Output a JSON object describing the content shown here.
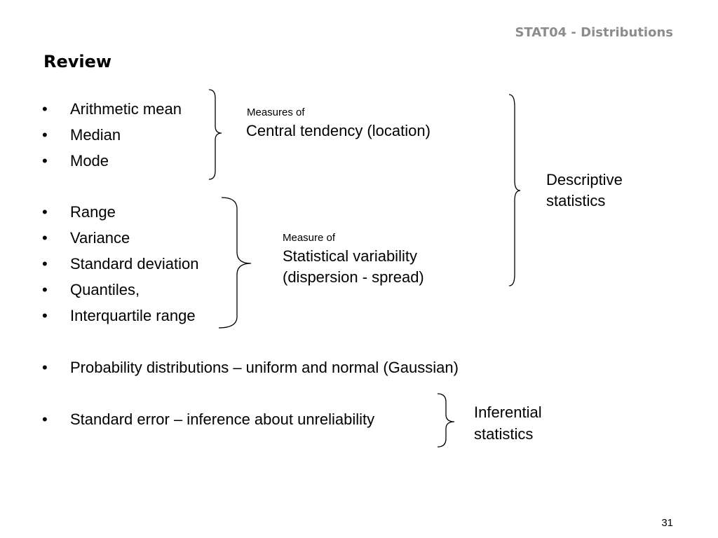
{
  "header": {
    "course": "STAT04 - Distributions"
  },
  "title": "Review",
  "bullet_symbol": "•",
  "bullets": [
    "Arithmetic mean",
    "Median",
    "Mode",
    "Range",
    "Variance",
    "Standard deviation",
    "Quantiles,",
    "Interquartile range",
    "Probability distributions – uniform and normal (Gaussian)",
    "Standard error – inference about unreliability"
  ],
  "groups": {
    "central": {
      "small": "Measures of",
      "main": "Central tendency (location)"
    },
    "variability": {
      "small": "Measure of",
      "line1": "Statistical variability",
      "line2": "(dispersion - spread)"
    },
    "descriptive": {
      "line1": "Descriptive",
      "line2": "statistics"
    },
    "inferential": {
      "line1": "Inferential",
      "line2": "statistics"
    }
  },
  "page_number": "31"
}
